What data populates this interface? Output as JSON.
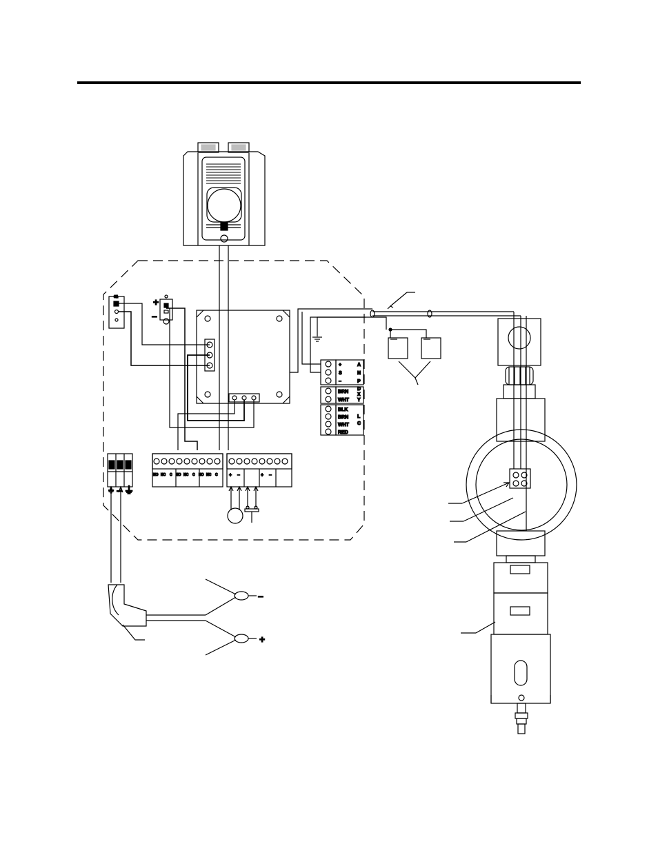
{
  "diagram": {
    "connector_ldp": [
      "+",
      "S",
      "–"
    ],
    "connector_ldp_side": [
      "A",
      "N",
      "P"
    ],
    "connector_dxy": [
      "BRN",
      "WHT"
    ],
    "connector_dxy_side": [
      "D",
      "X",
      "Y"
    ],
    "connector_lc": [
      "BLK",
      "BRN",
      "WHT",
      "RED"
    ],
    "connector_lc_side": [
      "L",
      "C"
    ],
    "relay_terminals": [
      "NO",
      "NC",
      "C",
      "NO",
      "NC",
      "C",
      "NO",
      "NC",
      "C"
    ],
    "power_terminals": [
      "+",
      "–",
      "⏚"
    ],
    "signal_terminals": [
      "+",
      "–",
      "+",
      "–"
    ],
    "switch_labels": [
      "+",
      "–"
    ],
    "clip_negative": "–",
    "clip_positive": "+"
  }
}
